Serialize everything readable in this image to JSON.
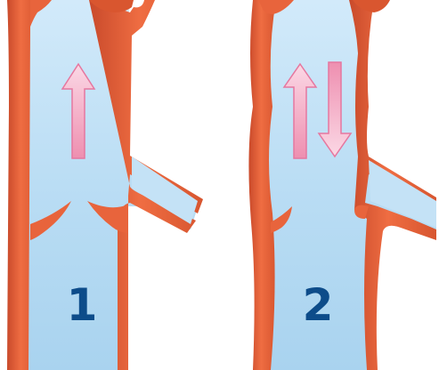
{
  "diagram": {
    "panels": [
      {
        "label": "1",
        "valve": "closed",
        "arrows": [
          "up"
        ]
      },
      {
        "label": "2",
        "valve": "open",
        "arrows": [
          "up",
          "down"
        ]
      }
    ],
    "colors": {
      "vein_wall": "#E8643C",
      "wall_shadow": "#B8422A",
      "blood_lumen": "#B9DCF3",
      "lumen_light": "#DCEFFB",
      "arrow": "#F29BB8",
      "arrow_light": "#FBD3E1",
      "label": "#0D4C8A",
      "background": "#FFFFFF"
    }
  }
}
